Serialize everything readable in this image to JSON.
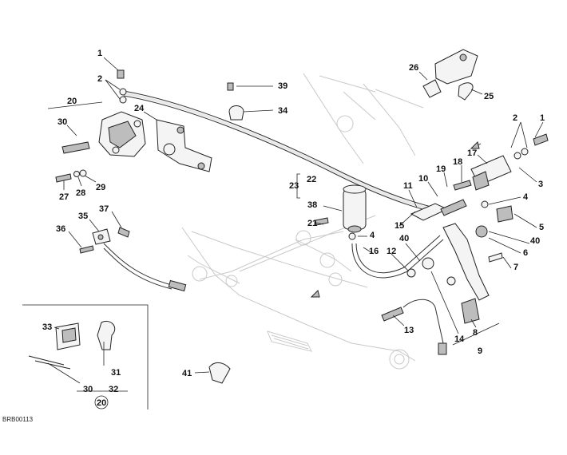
{
  "drawing_code": "BRB00113",
  "callouts": [
    {
      "id": "c1",
      "text": "1"
    },
    {
      "id": "c2a",
      "text": "2"
    },
    {
      "id": "c20a",
      "text": "20"
    },
    {
      "id": "c24",
      "text": "24"
    },
    {
      "id": "c30a",
      "text": "30"
    },
    {
      "id": "c27",
      "text": "27"
    },
    {
      "id": "c28",
      "text": "28"
    },
    {
      "id": "c29",
      "text": "29"
    },
    {
      "id": "c35",
      "text": "35"
    },
    {
      "id": "c37",
      "text": "37"
    },
    {
      "id": "c36",
      "text": "36"
    },
    {
      "id": "c39",
      "text": "39"
    },
    {
      "id": "c34",
      "text": "34"
    },
    {
      "id": "c26",
      "text": "26"
    },
    {
      "id": "c25",
      "text": "25"
    },
    {
      "id": "c2b",
      "text": "2"
    },
    {
      "id": "c1b",
      "text": "1"
    },
    {
      "id": "c17",
      "text": "17"
    },
    {
      "id": "c18",
      "text": "18"
    },
    {
      "id": "c19",
      "text": "19"
    },
    {
      "id": "c10",
      "text": "10"
    },
    {
      "id": "c3",
      "text": "3"
    },
    {
      "id": "c4a",
      "text": "4"
    },
    {
      "id": "c11",
      "text": "11"
    },
    {
      "id": "c22",
      "text": "22"
    },
    {
      "id": "c23",
      "text": "23"
    },
    {
      "id": "c38",
      "text": "38"
    },
    {
      "id": "c21",
      "text": "21"
    },
    {
      "id": "c4b",
      "text": "4"
    },
    {
      "id": "c15",
      "text": "15"
    },
    {
      "id": "c40a",
      "text": "40"
    },
    {
      "id": "c5",
      "text": "5"
    },
    {
      "id": "c40b",
      "text": "40"
    },
    {
      "id": "c6",
      "text": "6"
    },
    {
      "id": "c7",
      "text": "7"
    },
    {
      "id": "c16",
      "text": "16"
    },
    {
      "id": "c12",
      "text": "12"
    },
    {
      "id": "c13",
      "text": "13"
    },
    {
      "id": "c8",
      "text": "8"
    },
    {
      "id": "c14",
      "text": "14"
    },
    {
      "id": "c9",
      "text": "9"
    },
    {
      "id": "c33",
      "text": "33"
    },
    {
      "id": "c31",
      "text": "31"
    },
    {
      "id": "c30b",
      "text": "30"
    },
    {
      "id": "c32",
      "text": "32"
    },
    {
      "id": "c20b",
      "text": "20"
    },
    {
      "id": "c41",
      "text": "41"
    }
  ]
}
